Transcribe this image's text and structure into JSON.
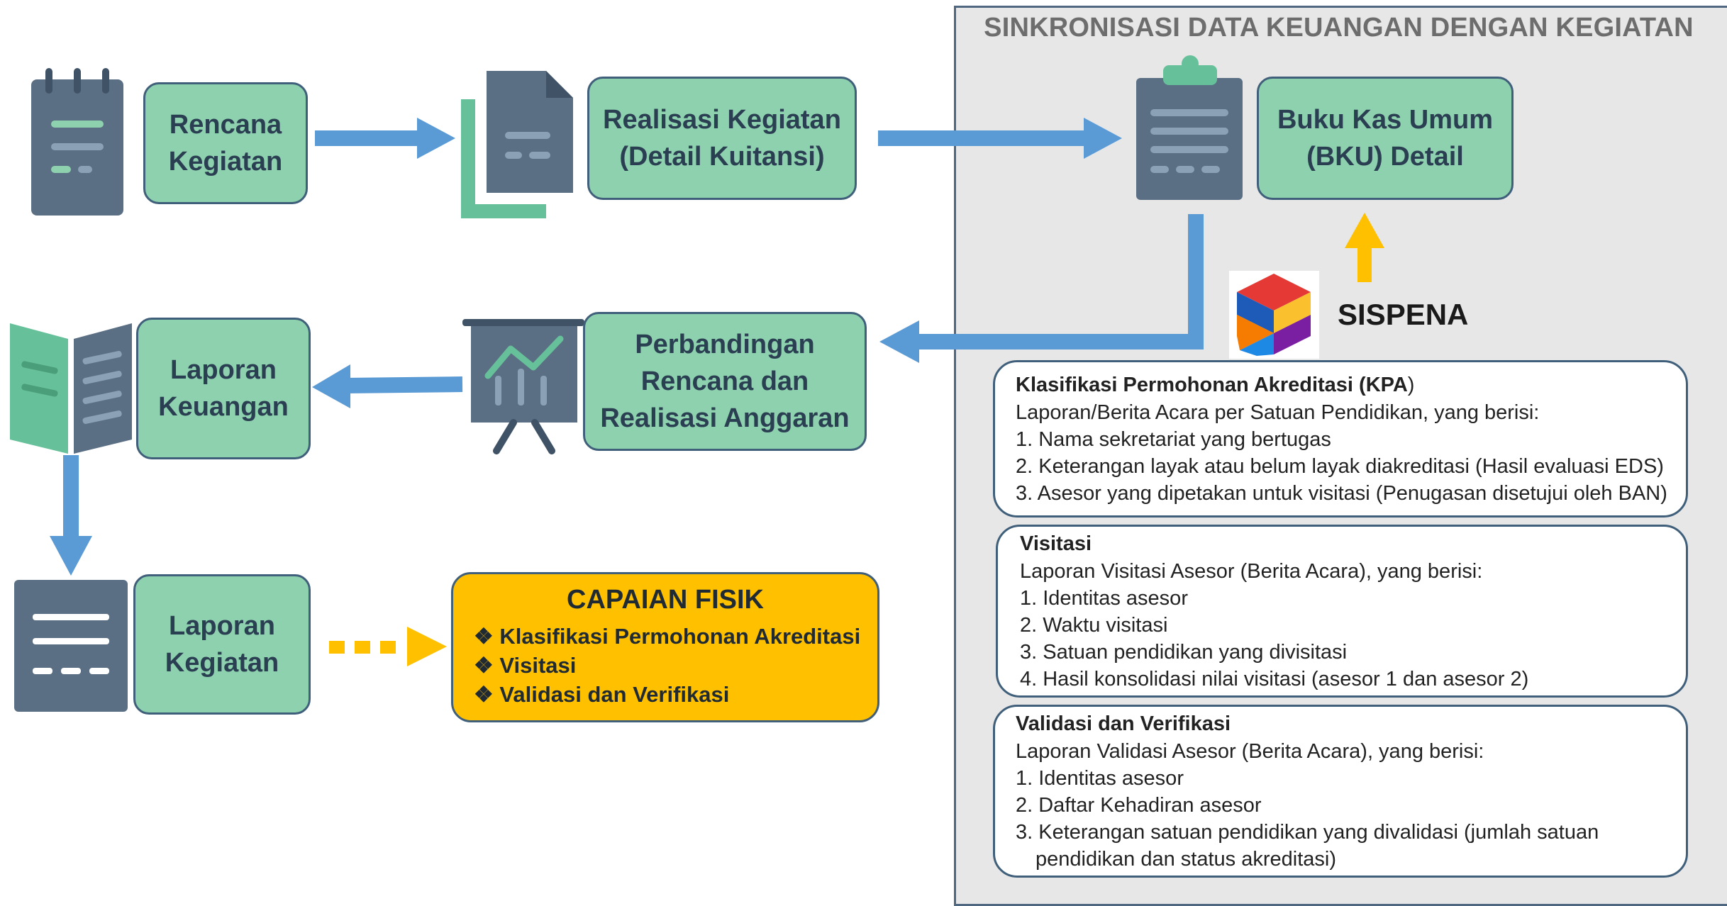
{
  "panel_title": "SINKRONISASI DATA KEUANGAN DENGAN KEGIATAN",
  "boxes": {
    "rencana": "Rencana\nKegiatan",
    "realisasi": "Realisasi Kegiatan\n(Detail Kuitansi)",
    "bku": "Buku Kas Umum\n(BKU) Detail",
    "perbandingan": "Perbandingan\nRencana dan\nRealisasi Anggaran",
    "lap_keuangan": "Laporan\nKeuangan",
    "lap_kegiatan": "Laporan\nKegiatan"
  },
  "capaian": {
    "title": "CAPAIAN FISIK",
    "items": [
      "❖ Klasifikasi Permohonan Akreditasi",
      "❖ Visitasi",
      "❖ Validasi dan Verifikasi"
    ]
  },
  "logo_label": "SISPENA",
  "kpa": {
    "title_main": "Klasifikasi Permohonan Akreditasi (",
    "title_bold": "KPA",
    "title_end": ")",
    "intro": "Laporan/Berita Acara per Satuan Pendidikan, yang berisi:",
    "items": [
      "1. Nama sekretariat yang bertugas",
      "2. Keterangan layak atau belum layak diakreditasi (Hasil evaluasi EDS)",
      "3. Asesor yang dipetakan untuk visitasi (Penugasan disetujui oleh BAN)"
    ]
  },
  "visitasi": {
    "title": "Visitasi",
    "intro": "Laporan Visitasi Asesor (Berita Acara), yang berisi:",
    "items": [
      "1. Identitas asesor",
      "2. Waktu visitasi",
      "3. Satuan pendidikan yang divisitasi",
      "4. Hasil konsolidasi nilai visitasi (asesor 1 dan asesor 2)"
    ]
  },
  "validasi": {
    "title": "Validasi dan Verifikasi",
    "intro": "Laporan Validasi Asesor (Berita Acara), yang berisi:",
    "items": [
      "1. Identitas asesor",
      "2. Daftar Kehadiran asesor",
      "3. Keterangan satuan pendidikan yang divalidasi (jumlah satuan",
      "pendidikan dan status akreditasi)"
    ]
  },
  "colors": {
    "box_green": "#8ed1ae",
    "arrow_blue": "#5b9bd5",
    "icon_slate": "#5b6f84",
    "accent_yellow": "#ffc000",
    "panel_grey": "#e7e7e8"
  }
}
